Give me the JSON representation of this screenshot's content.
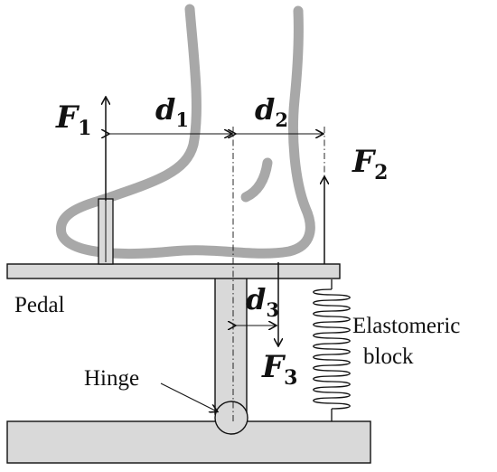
{
  "forces": {
    "f1": {
      "symbol": "F",
      "sub": "1"
    },
    "f2": {
      "symbol": "F",
      "sub": "2"
    },
    "f3": {
      "symbol": "F",
      "sub": "3"
    }
  },
  "distances": {
    "d1": {
      "symbol": "d",
      "sub": "1"
    },
    "d2": {
      "symbol": "d",
      "sub": "2"
    },
    "d3": {
      "symbol": "d",
      "sub": "3"
    }
  },
  "labels": {
    "pedal": "Pedal",
    "hinge": "Hinge",
    "elastomeric_line1": "Elastomeric",
    "elastomeric_line2": "block"
  },
  "colors": {
    "foot": "#a8a8a8",
    "plate": "#d9d9d9",
    "stroke": "#111111"
  }
}
